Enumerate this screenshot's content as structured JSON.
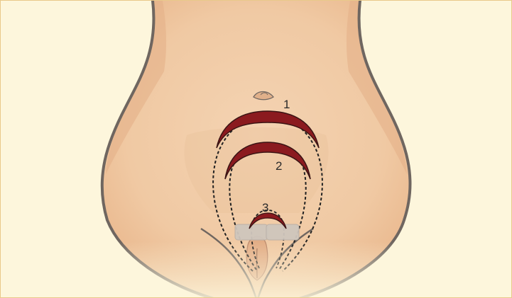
{
  "labels": {
    "marker_1": "1",
    "marker_2": "2",
    "marker_3": "3"
  },
  "colors": {
    "background": "#fdf6dc",
    "frame": "#e9c98a",
    "skin": "#f1cda8",
    "skin_shadow": "#e6b88f",
    "outline": "#6f6660",
    "incision_fill": "#8b1a1f",
    "incision_edge": "#3a1414",
    "dashed_line": "#222222",
    "dressing": "#cfc6bd"
  }
}
